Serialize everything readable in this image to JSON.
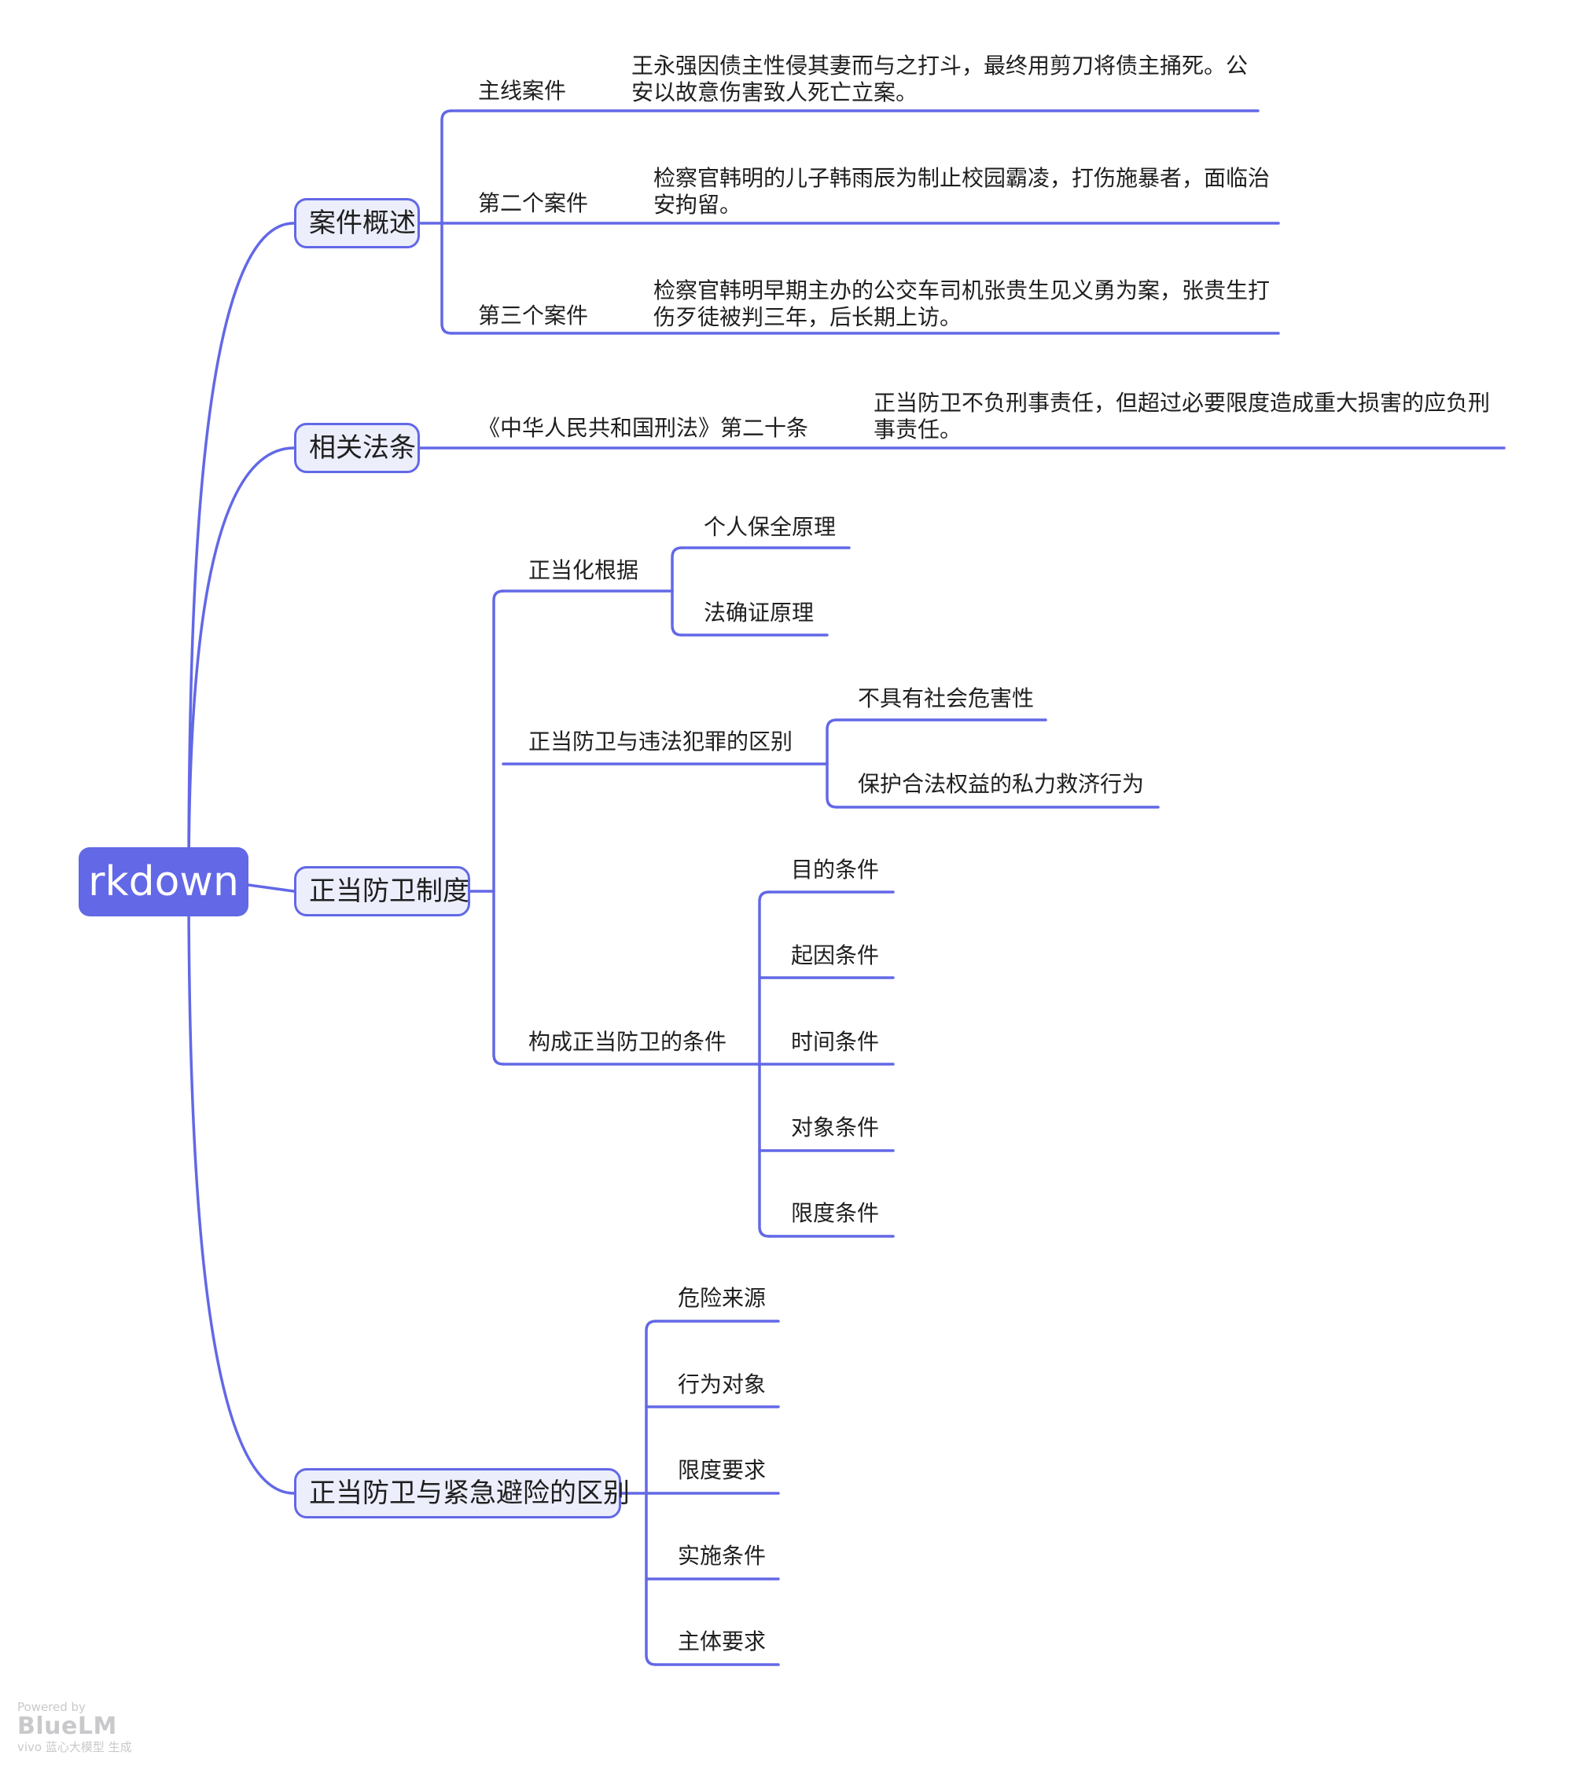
{
  "root": "rkdown",
  "branches": [
    {
      "label": "案件概述",
      "children": [
        {
          "label": "主线案件",
          "detail": "王永强因债主性侵其妻而与之打斗，最终用剪刀将债主捅死。公安以故意伤害致人死亡立案。"
        },
        {
          "label": "第二个案件",
          "detail": "检察官韩明的儿子韩雨辰为制止校园霸凌，打伤施暴者，面临治安拘留。"
        },
        {
          "label": "第三个案件",
          "detail": "检察官韩明早期主办的公交车司机张贵生见义勇为案，张贵生打伤歹徒被判三年，后长期上访。"
        }
      ]
    },
    {
      "label": "相关法条",
      "children": [
        {
          "label": "《中华人民共和国刑法》第二十条",
          "detail": "正当防卫不负刑事责任，但超过必要限度造成重大损害的应负刑事责任。"
        }
      ]
    },
    {
      "label": "正当防卫制度",
      "children": [
        {
          "label": "正当化根据",
          "children": [
            "个人保全原理",
            "法确证原理"
          ]
        },
        {
          "label": "正当防卫与违法犯罪的区别",
          "children": [
            "不具有社会危害性",
            "保护合法权益的私力救济行为"
          ]
        },
        {
          "label": "构成正当防卫的条件",
          "children": [
            "目的条件",
            "起因条件",
            "时间条件",
            "对象条件",
            "限度条件"
          ]
        }
      ]
    },
    {
      "label": "正当防卫与紧急避险的区别",
      "children": [
        "危险来源",
        "行为对象",
        "限度要求",
        "实施条件",
        "主体要求"
      ]
    }
  ],
  "watermark": {
    "powered": "Powered by",
    "brand": "BlueLM",
    "sub": "vivo 蓝心大模型 生成"
  },
  "colors": {
    "line": "#6268e6",
    "root_fill": "#6268e6",
    "node_fill": "#eceefc"
  }
}
